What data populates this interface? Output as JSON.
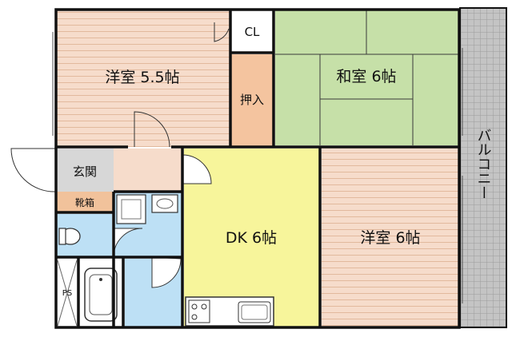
{
  "rooms": {
    "western_room_a": "洋室 5.5帖",
    "japanese_room": "和室 6帖",
    "western_room_b": "洋室 6帖",
    "dk": "DK 6帖",
    "closet": "CL",
    "oshiire": "押入",
    "entrance": "玄関",
    "shoe_box": "靴箱",
    "pipe_space": "PS",
    "balcony": "バルコニー"
  },
  "colors": {
    "wood_floor": "#f4d7c2",
    "tatami": "#c6e0a8",
    "dk_floor": "#f7f59b",
    "wet_area": "#bde0f5",
    "entrance_tile": "#d7d7d7",
    "shoe_box": "#f1c29b",
    "balcony": "#bfbfbf",
    "wall": "#111111"
  }
}
